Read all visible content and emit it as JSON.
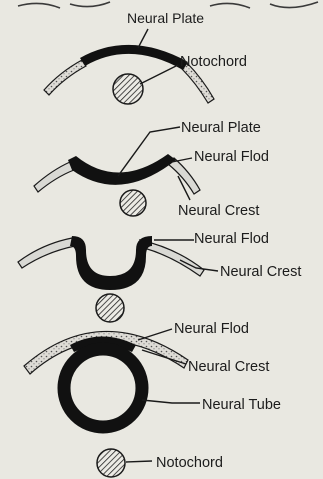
{
  "header_scribble": "",
  "labels": {
    "neural_plate_1": "Neural Plate",
    "notochord_1": "Notochord",
    "neural_plate_2": "Neural Plate",
    "neural_fold_2": "Neural Flod",
    "neural_crest_2": "Neural Crest",
    "neural_fold_3": "Neural Flod",
    "neural_crest_3": "Neural Crest",
    "neural_fold_4": "Neural Flod",
    "neural_crest_4": "Neural Crest",
    "neural_tube_4": "Neural Tube",
    "notochord_4": "Notochord"
  },
  "colors": {
    "paper": "#e9e8e1",
    "ink": "#111111",
    "crest_fill": "#d9d9d4"
  }
}
